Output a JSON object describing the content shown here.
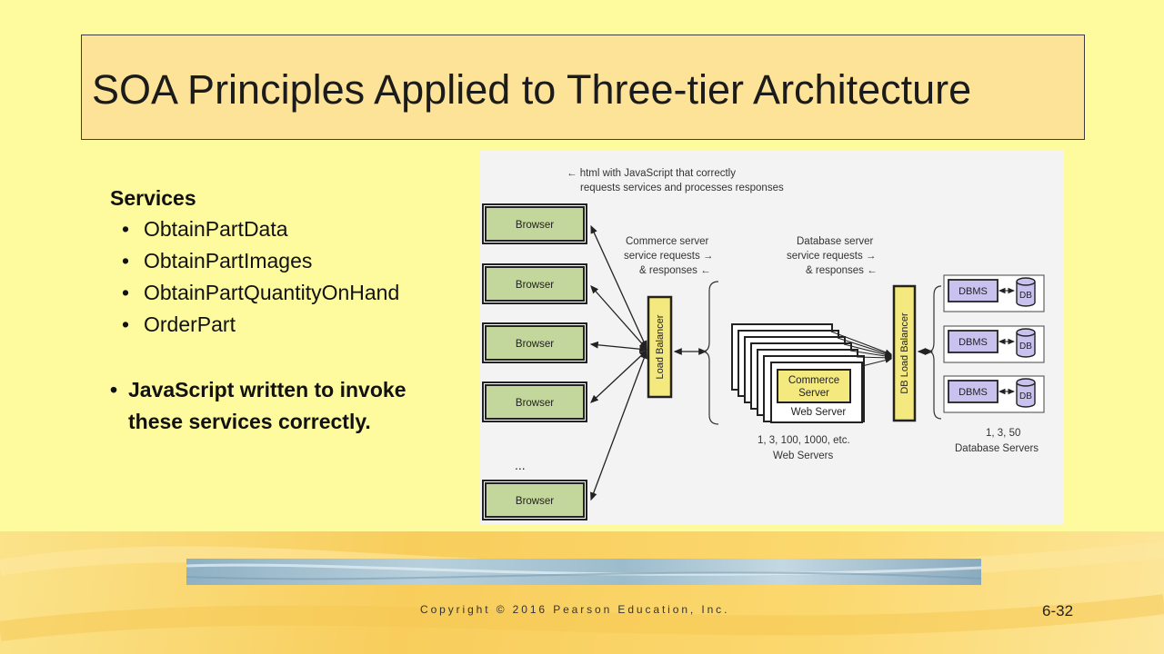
{
  "slide": {
    "title": "SOA Principles Applied to Three-tier Architecture",
    "copyright": "Copyright © 2016 Pearson Education, Inc.",
    "page_number": "6-32"
  },
  "services": {
    "heading": "Services",
    "items": [
      "ObtainPartData",
      "ObtainPartImages",
      "ObtainPartQuantityOnHand",
      "OrderPart"
    ],
    "note": "JavaScript written to invoke these services correctly."
  },
  "diagram": {
    "top_note_1": "← html with JavaScript that correctly",
    "top_note_2": "requests services and processes responses",
    "browser_label": "Browser",
    "ellipsis": "...",
    "commerce_note_1": "Commerce server",
    "commerce_note_2": "service requests →",
    "commerce_note_3": "& responses ←",
    "load_balancer": "Load Balancer",
    "database_note_1": "Database server",
    "database_note_2": "service requests →",
    "database_note_3": "& responses ←",
    "commerce_server_1": "Commerce",
    "commerce_server_2": "Server",
    "web_server": "Web Server",
    "web_servers_caption_1": "1, 3, 100, 1000, etc.",
    "web_servers_caption_2": "Web Servers",
    "db_load_balancer": "DB Load Balancer",
    "dbms_label": "DBMS",
    "db_label": "DB",
    "db_servers_caption_1": "1, 3, 50",
    "db_servers_caption_2": "Database Servers"
  },
  "colors": {
    "background": "#fefa9e",
    "title_box": "#fde397",
    "browser_box": "#c3d69b",
    "load_balancer": "#f4e97e",
    "dbms_box": "#c9c2ef",
    "bottom_band": "#f8cd5c"
  }
}
